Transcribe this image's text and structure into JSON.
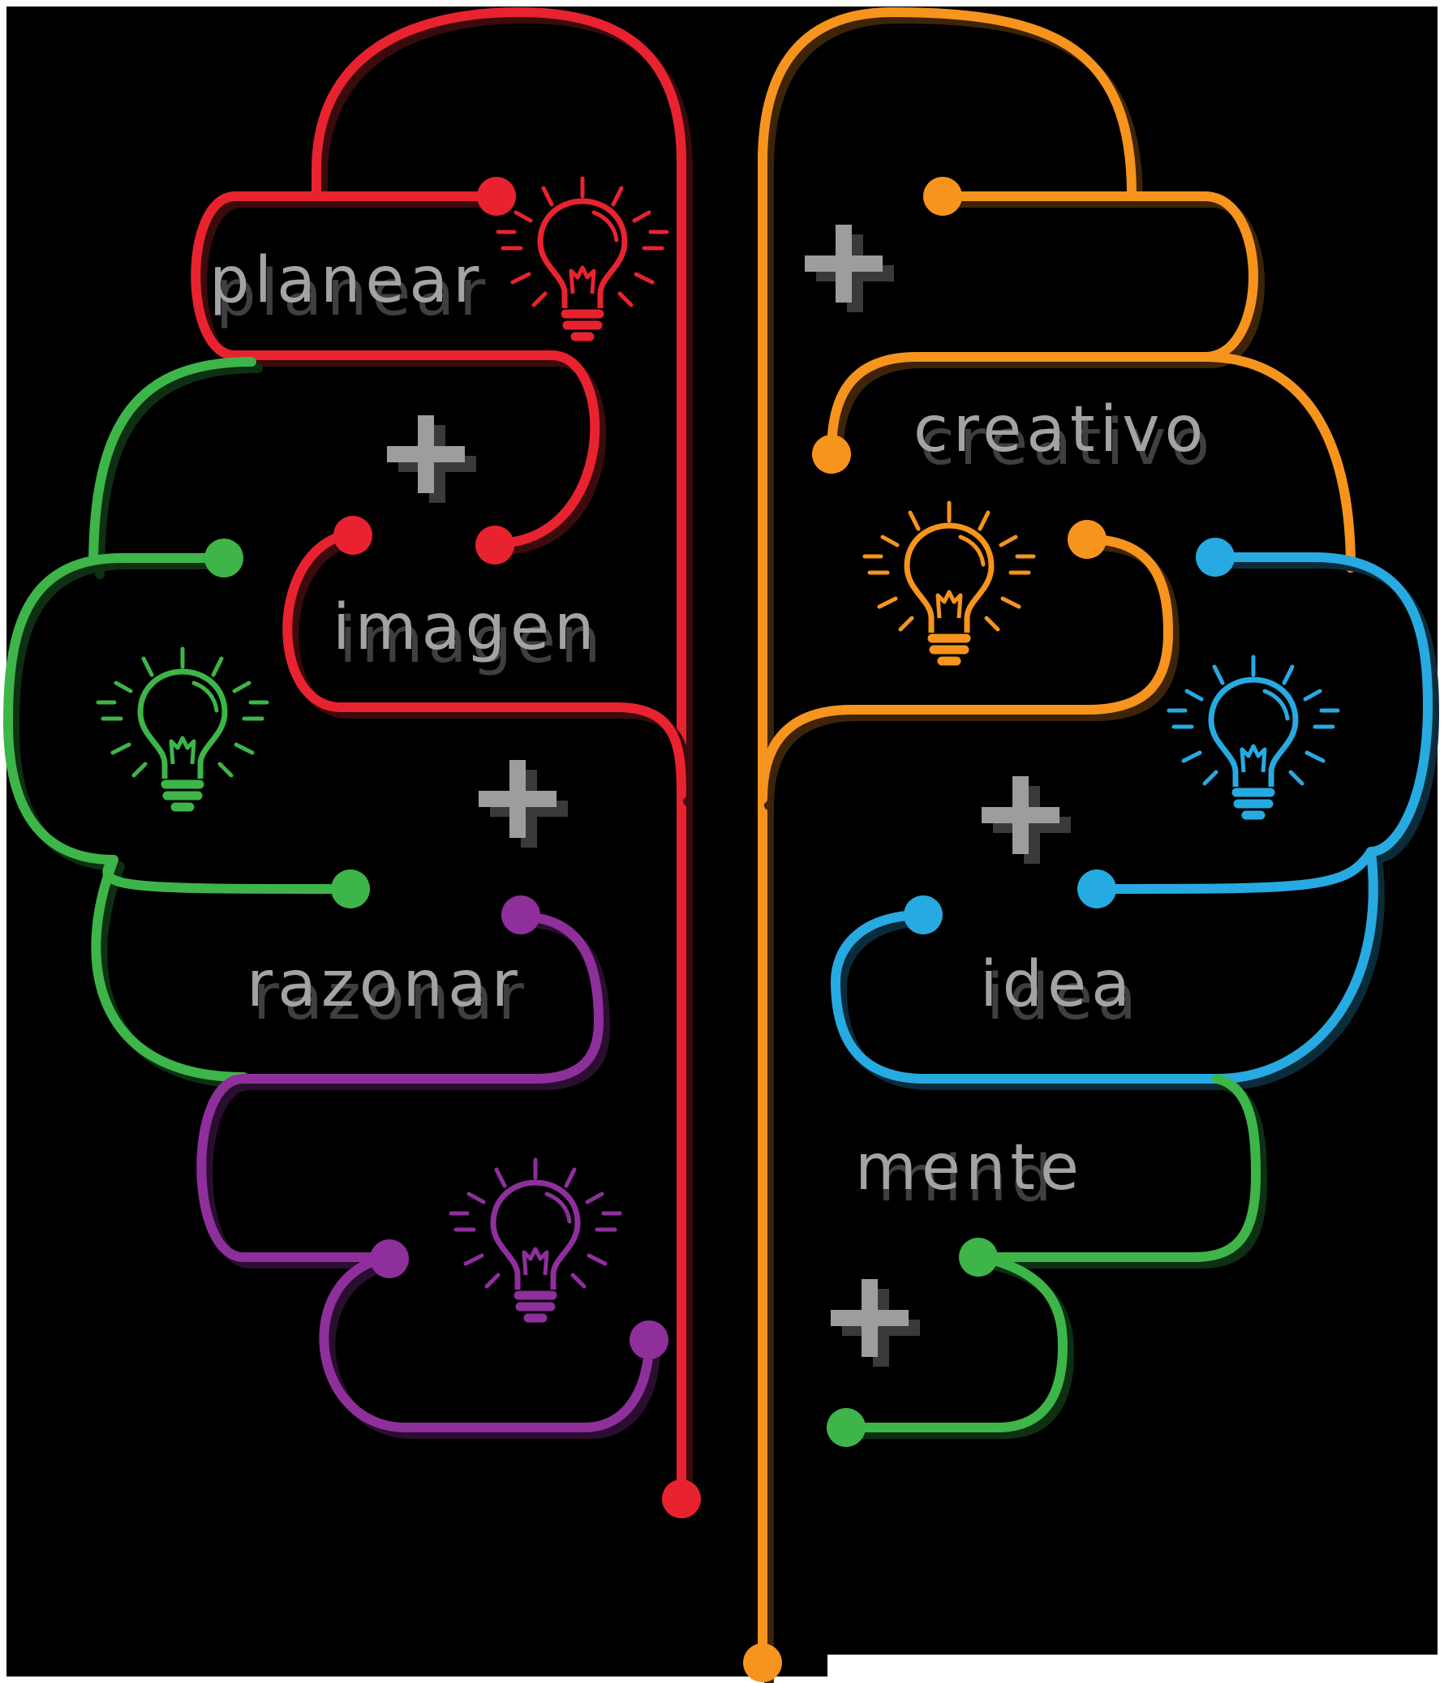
{
  "colors": {
    "background": "#000000",
    "page_margin": "#ffffff",
    "red": "#e8232f",
    "green": "#3db549",
    "purple": "#8e2f9c",
    "orange": "#f7941d",
    "blue": "#27aae1",
    "label_text": "#a3a3a3",
    "plus_sign": "#9d9d9d"
  },
  "labels": {
    "planear": "planear",
    "imagen": "imagen",
    "razonar": "razonar",
    "creativo": "creativo",
    "idea": "idea",
    "mente": "mente",
    "mind": "mind"
  },
  "icons": {
    "bulbs": [
      "lightbulb-icon-red",
      "lightbulb-icon-green",
      "lightbulb-icon-purple",
      "lightbulb-icon-orange",
      "lightbulb-icon-blue"
    ],
    "plus": "plus-icon"
  }
}
